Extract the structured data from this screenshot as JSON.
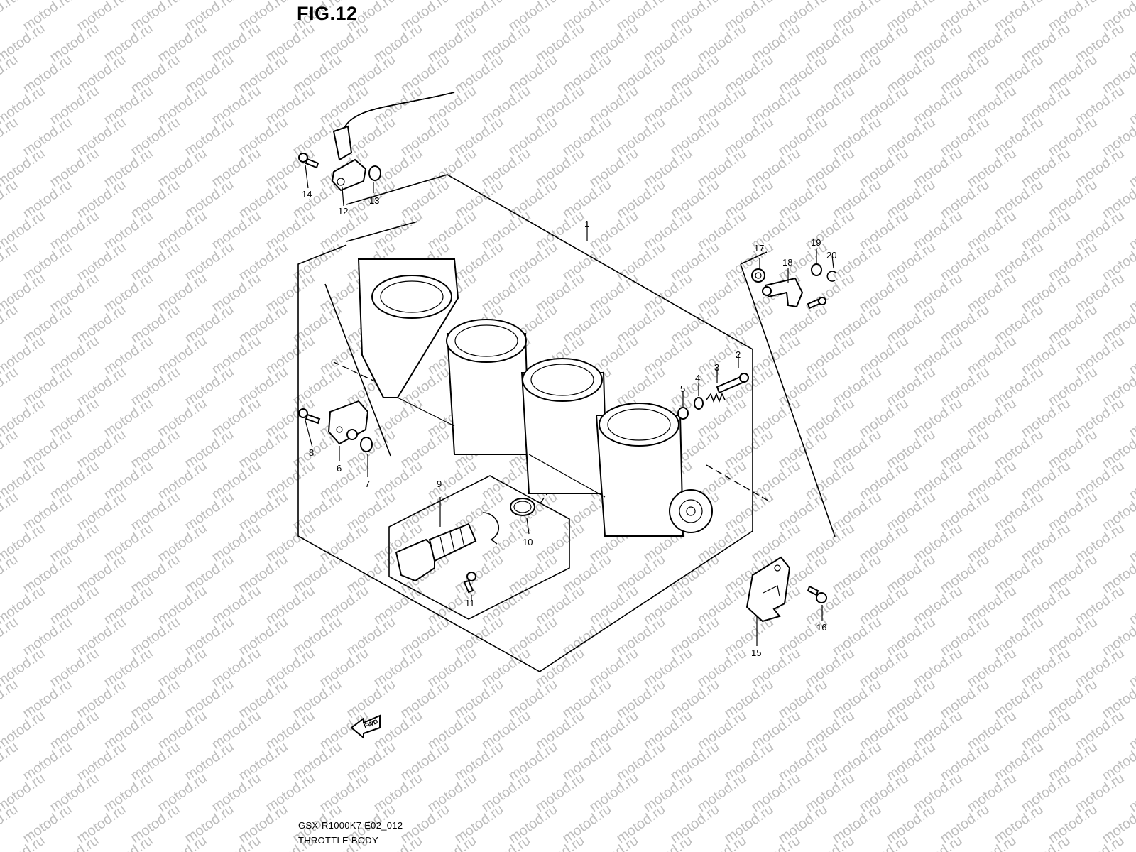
{
  "figure": {
    "title": "FIG.12"
  },
  "watermark": {
    "text": "motod.ru"
  },
  "footer": {
    "model_code": "GSX-R1000K7 E02_012",
    "section_name": "THROTTLE BODY"
  },
  "fwd_arrow": {
    "label": "FWD"
  },
  "parts": [
    {
      "number": "1",
      "icon": "throttle-body-assembly-icon"
    },
    {
      "number": "2",
      "icon": "screw-icon"
    },
    {
      "number": "3",
      "icon": "spring-icon"
    },
    {
      "number": "4",
      "icon": "washer-icon"
    },
    {
      "number": "5",
      "icon": "o-ring-icon"
    },
    {
      "number": "6",
      "icon": "sensor-icon"
    },
    {
      "number": "7",
      "icon": "o-ring-icon"
    },
    {
      "number": "8",
      "icon": "screw-icon"
    },
    {
      "number": "9",
      "icon": "sensor-assembly-icon"
    },
    {
      "number": "10",
      "icon": "o-ring-icon"
    },
    {
      "number": "11",
      "icon": "screw-icon"
    },
    {
      "number": "12",
      "icon": "sensor-icon"
    },
    {
      "number": "13",
      "icon": "o-ring-icon"
    },
    {
      "number": "14",
      "icon": "screw-icon"
    },
    {
      "number": "15",
      "icon": "bracket-icon"
    },
    {
      "number": "16",
      "icon": "bolt-icon"
    },
    {
      "number": "17",
      "icon": "spring-icon"
    },
    {
      "number": "18",
      "icon": "lever-icon"
    },
    {
      "number": "19",
      "icon": "washer-icon"
    },
    {
      "number": "20",
      "icon": "clip-icon"
    }
  ],
  "colors": {
    "line": "#000000",
    "watermark": "#bdbdbd",
    "background": "#ffffff"
  }
}
